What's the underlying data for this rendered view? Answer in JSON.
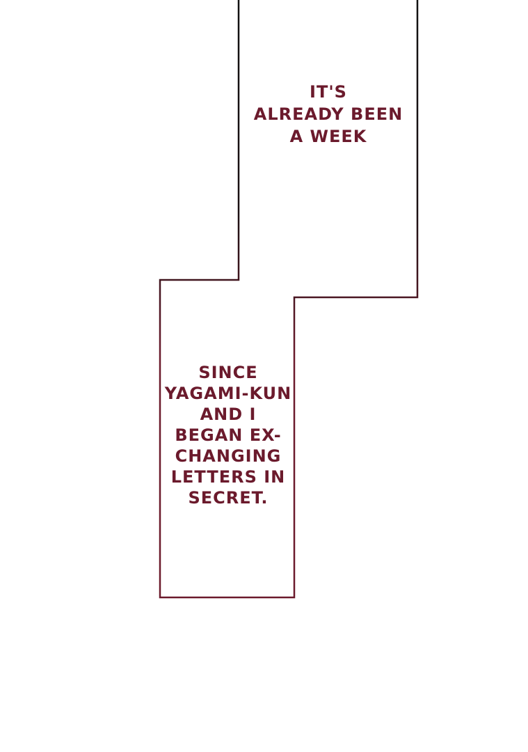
{
  "panel": {
    "caption_top": {
      "lines": [
        "IT'S",
        "ALREADY BEEN",
        "A WEEK"
      ]
    },
    "caption_bottom": {
      "lines": [
        "SINCE",
        "YAGAMI-KUN",
        "AND I",
        "BEGAN EX-",
        "CHANGING",
        "LETTERS IN",
        "SECRET."
      ]
    },
    "colors": {
      "background": "#ffffff",
      "border_top": "#111111",
      "border_bottom": "#6b1a2c",
      "text": "#6b1a2c"
    }
  }
}
